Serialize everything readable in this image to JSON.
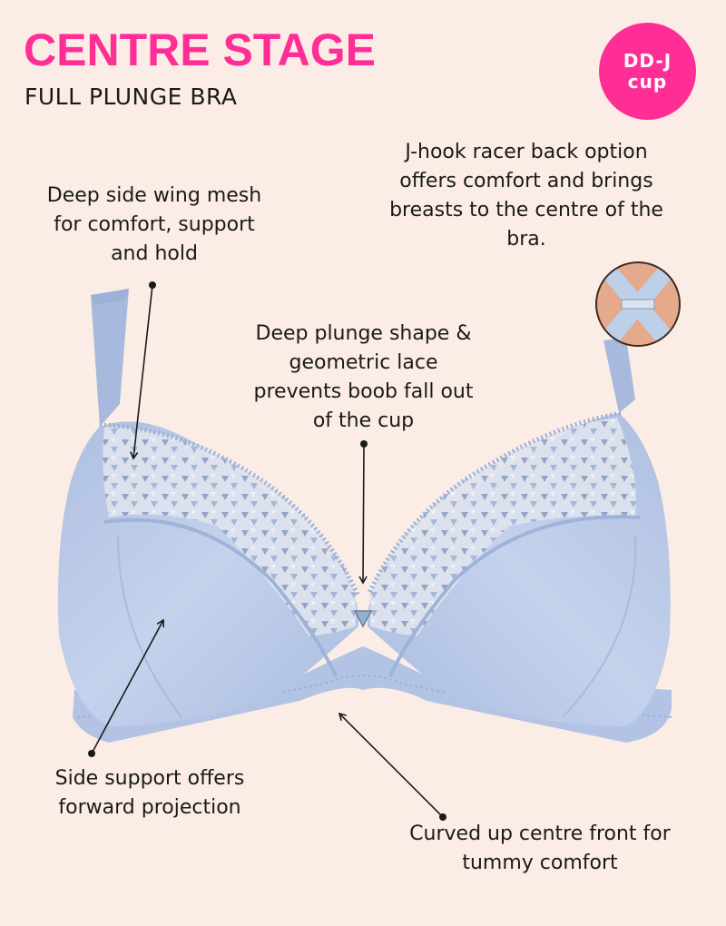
{
  "header": {
    "title": "CENTRE STAGE",
    "subtitle": "FULL PLUNGE BRA"
  },
  "badge": {
    "line1": "DD-J",
    "line2": "cup",
    "color": "#ff2e97"
  },
  "colors": {
    "background": "#fbede6",
    "accent": "#ff2e97",
    "fabric": "#b8c9e6",
    "fabric_dark": "#9db2d8",
    "text": "#1a1a1a"
  },
  "product_image": {
    "subject": "light blue full plunge bra with geometric lace",
    "inset": "racer back J-hook close-up"
  },
  "annotations": [
    {
      "id": "wing",
      "text": "Deep side wing mesh\nfor comfort, support\nand hold",
      "icon": "arrow-down-icon"
    },
    {
      "id": "jhook",
      "text": "J-hook racer back option\noffers comfort and brings\nbreasts to the centre of the\nbra.",
      "icon": "inset-circle"
    },
    {
      "id": "plunge",
      "text": "Deep plunge shape &\ngeometric lace\nprevents boob fall out\nof the cup",
      "icon": "arrow-down-icon"
    },
    {
      "id": "side",
      "text": "Side support offers\nforward projection",
      "icon": "arrow-up-right-icon"
    },
    {
      "id": "centre",
      "text": "Curved up centre front for\ntummy comfort",
      "icon": "arrow-up-left-icon"
    }
  ]
}
